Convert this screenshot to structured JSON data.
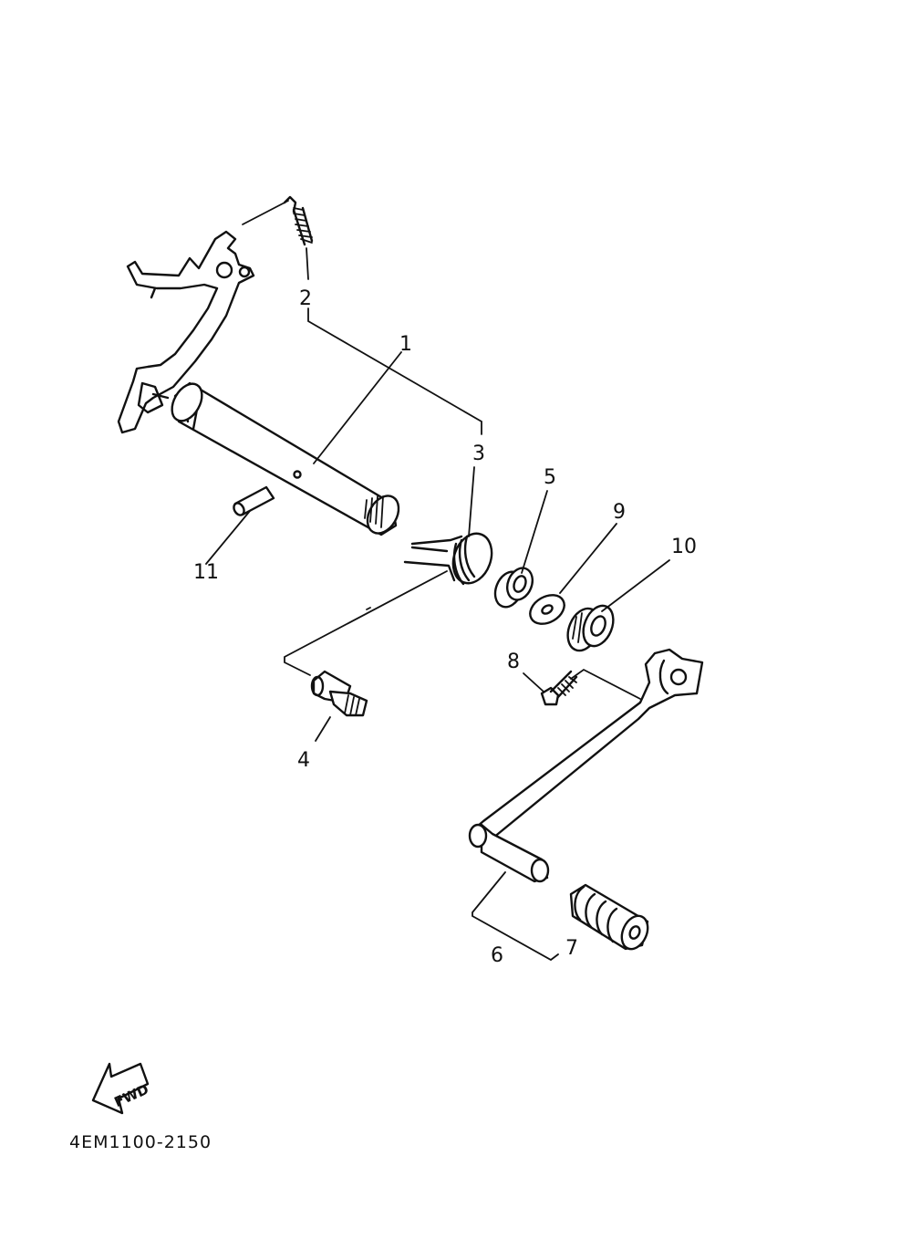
{
  "labels": {
    "p1": "1",
    "p2": "2",
    "p3": "3",
    "p4": "4",
    "p5": "5",
    "p6": "6",
    "p7": "7",
    "p8": "8",
    "p9": "9",
    "p10": "10",
    "p11": "11"
  },
  "fwd": "FWD",
  "diagram_code": "4EM1100-2150"
}
